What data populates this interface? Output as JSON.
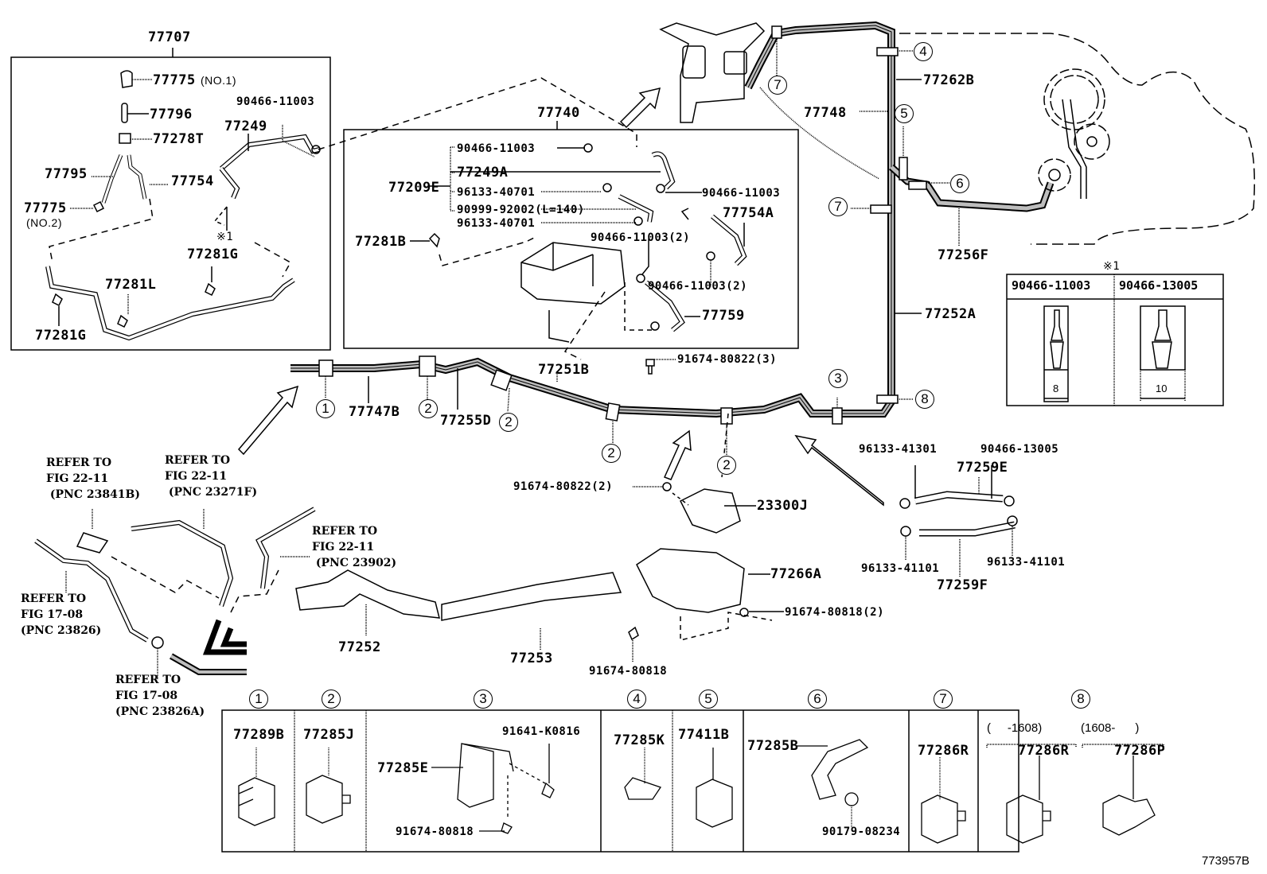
{
  "diagram": {
    "figure_code": "773957B",
    "inset_77707": {
      "assembly": "77707",
      "parts": {
        "p77775_no1": "77775",
        "p77775_no1_note": "(NO.1)",
        "p77796": "77796",
        "p77278T": "77278T",
        "p77795": "77795",
        "p77754": "77754",
        "p77775_no2": "77775",
        "p77775_no2_note": "(NO.2)",
        "p77249": "77249",
        "p90466_11003": "90466-11003",
        "note_mark": "※1",
        "p77281G_a": "77281G",
        "p77281L": "77281L",
        "p77281G_b": "77281G"
      }
    },
    "inset_77740": {
      "assembly": "77740",
      "group": "77209E",
      "group_items": [
        "90466-11003",
        "77249A",
        "96133-40701",
        "90999-92002(L=140)",
        "96133-40701"
      ],
      "parts": {
        "p77281B": "77281B",
        "p90466_right": "90466-11003",
        "p77754A": "77754A",
        "p90466_2a": "90466-11003(2)",
        "p90466_2b": "90466-11003(2)",
        "p77759": "77759"
      }
    },
    "main": {
      "p91674_80822_3": "91674-80822(3)",
      "p77262B": "77262B",
      "p77748": "77748",
      "p77256F": "77256F",
      "p77252A": "77252A",
      "p77251B": "77251B",
      "p77747B": "77747B",
      "p77255D": "77255D",
      "p91674_80822_2": "91674-80822(2)",
      "p23300J": "23300J",
      "p77266A": "77266A",
      "p91674_80818_2": "91674-80818(2)",
      "p91674_80818": "91674-80818",
      "p77252": "77252",
      "p77253": "77253",
      "p96133_41301": "96133-41301",
      "p90466_13005": "90466-13005",
      "p77259E": "77259E",
      "p96133_41101_a": "96133-41101",
      "p96133_41101_b": "96133-41101",
      "p77259F": "77259F"
    },
    "callouts": [
      "1",
      "2",
      "2",
      "2",
      "2",
      "3",
      "4",
      "5",
      "6",
      "7",
      "7",
      "8"
    ],
    "references": [
      "REFER TO\nFIG 22-11\n (PNC 23841B)",
      "REFER TO\nFIG 22-11\n (PNC 23271F)",
      "REFER TO\nFIG 22-11\n (PNC 23902)",
      "REFER TO\nFIG 17-08\n(PNC 23826)",
      "REFER TO\nFIG 17-08\n(PNC 23826A)"
    ],
    "clip_table": {
      "note": "※1",
      "columns": [
        {
          "part": "90466-11003",
          "size": "8"
        },
        {
          "part": "90466-13005",
          "size": "10"
        }
      ]
    },
    "clamp_legend": [
      {
        "num": "1",
        "parts": [
          "77289B"
        ]
      },
      {
        "num": "2",
        "parts": [
          "77285J"
        ]
      },
      {
        "num": "3",
        "parts": [
          "77285E",
          "91641-K0816",
          "91674-80818"
        ]
      },
      {
        "num": "4",
        "parts": [
          "77285K"
        ]
      },
      {
        "num": "5",
        "parts": [
          "77411B"
        ]
      },
      {
        "num": "6",
        "parts": [
          "77285B",
          "90179-08234"
        ]
      },
      {
        "num": "7",
        "parts": [
          "77286R"
        ]
      },
      {
        "num": "8",
        "parts": [
          "77286R",
          "77286P"
        ],
        "ranges": [
          "(     -1608)",
          "(1608-      )"
        ]
      }
    ]
  }
}
